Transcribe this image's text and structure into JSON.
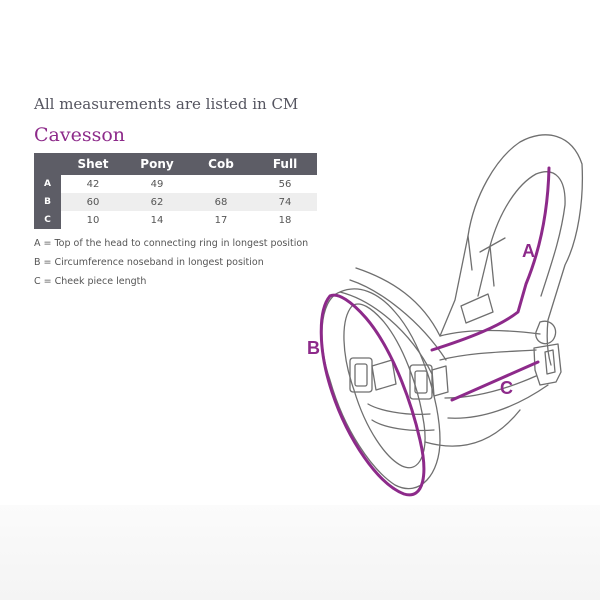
{
  "heading": "All measurements are listed in CM",
  "product_title": "Cavesson",
  "table": {
    "columns": [
      "Shet",
      "Pony",
      "Cob",
      "Full"
    ],
    "rows": [
      {
        "key": "A",
        "values": [
          "42",
          "49",
          "",
          "56"
        ]
      },
      {
        "key": "B",
        "values": [
          "60",
          "62",
          "68",
          "74"
        ]
      },
      {
        "key": "C",
        "values": [
          "10",
          "14",
          "17",
          "18"
        ]
      }
    ]
  },
  "legend": [
    "A = Top of the head to connecting ring in longest position",
    "B = Circumference noseband in longest position",
    "C = Cheek piece length"
  ],
  "diagram_labels": {
    "a": "A",
    "b": "B",
    "c": "C"
  },
  "colors": {
    "accent": "#8d2a8a",
    "header_bg": "#5d5d66",
    "outline": "#6f6f6f"
  }
}
